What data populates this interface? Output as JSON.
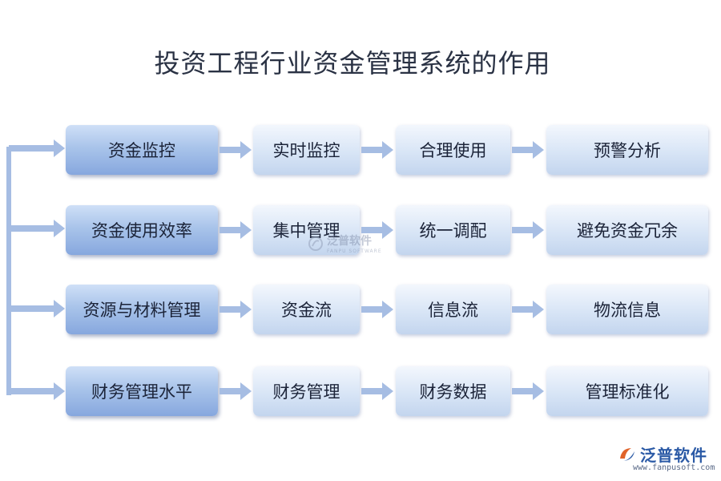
{
  "title": "投资工程行业资金管理系统的作用",
  "rows": [
    {
      "main": "资金监控",
      "items": [
        "实时监控",
        "合理使用",
        "预警分析"
      ]
    },
    {
      "main": "资金使用效率",
      "items": [
        "集中管理",
        "统一调配",
        "避免资金冗余"
      ]
    },
    {
      "main": "资源与材料管理",
      "items": [
        "资金流",
        "信息流",
        "物流信息"
      ]
    },
    {
      "main": "财务管理水平",
      "items": [
        "财务管理",
        "财务数据",
        "管理标准化"
      ]
    }
  ],
  "watermark": {
    "name": "泛普软件",
    "sub": "FANPU SOFTWARE"
  },
  "logo": {
    "name": "泛普软件",
    "url": "www.fanpusoft.com"
  },
  "colors": {
    "arrow": "#a6bde3",
    "primary_box": "#86a7de",
    "secondary_box": "#c3d5ee",
    "brand": "#2b5aa6"
  }
}
